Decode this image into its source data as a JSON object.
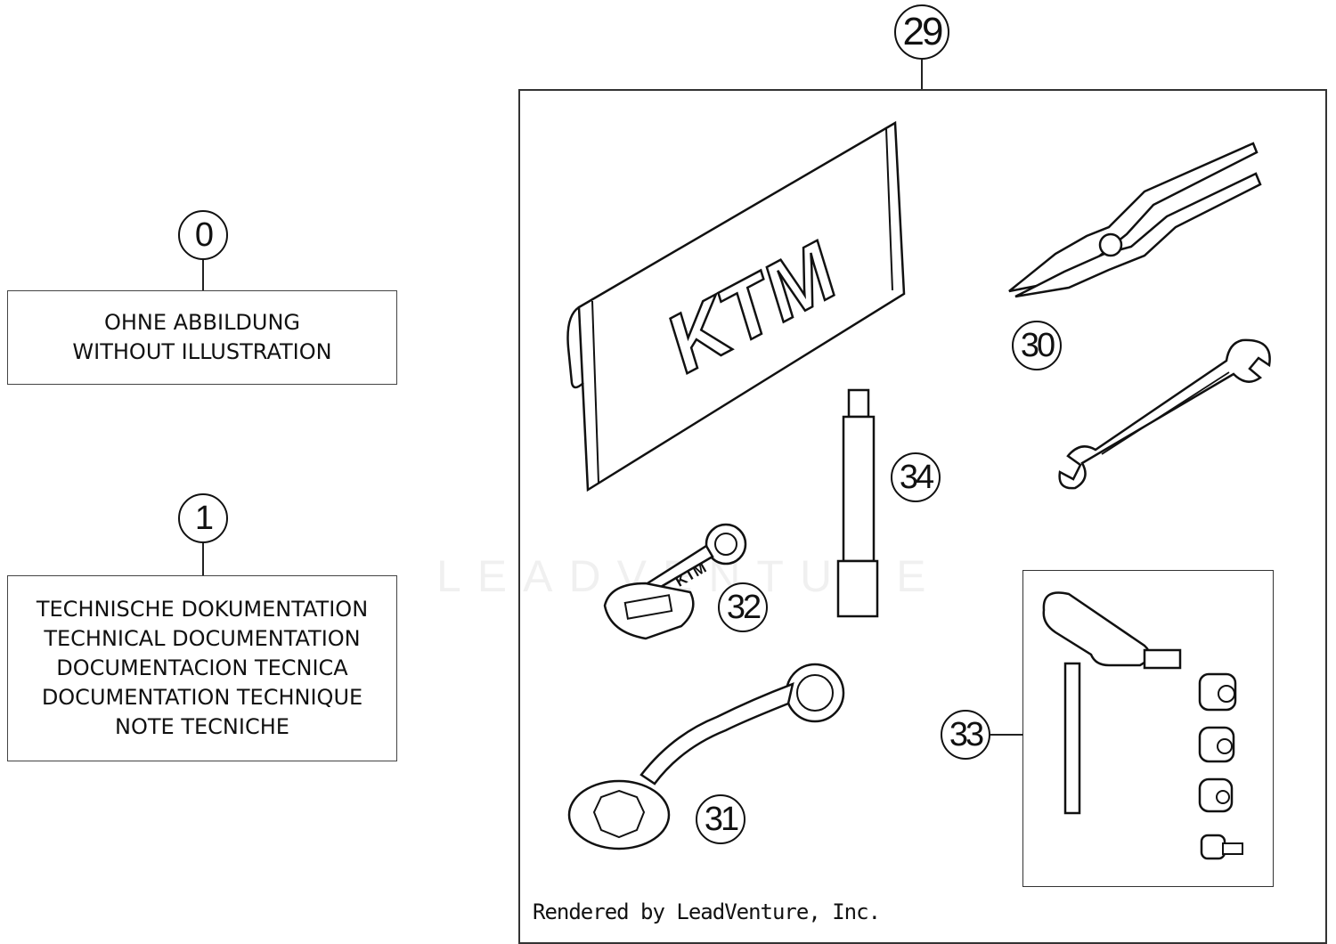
{
  "callouts": {
    "c0": "0",
    "c1": "1",
    "c29": "29",
    "c30": "30",
    "c31": "31",
    "c32": "32",
    "c33": "33",
    "c34": "34"
  },
  "box0": {
    "line1": "OHNE ABBILDUNG",
    "line2": "WITHOUT ILLUSTRATION"
  },
  "box1": {
    "line1": "TECHNISCHE DOKUMENTATION",
    "line2": "TECHNICAL DOCUMENTATION",
    "line3": "DOCUMENTACION TECNICA",
    "line4": "DOCUMENTATION TECHNIQUE",
    "line5": "NOTE TECNICHE"
  },
  "tool_bag": {
    "logo": "KTM"
  },
  "wrench32": {
    "logo": "KTM"
  },
  "watermark": "LEADVENTURE",
  "footer": "Rendered by LeadVenture, Inc."
}
